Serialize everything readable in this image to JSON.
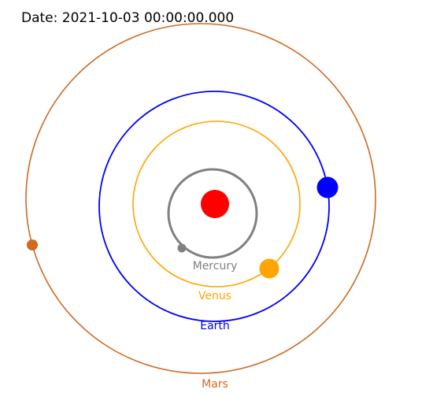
{
  "date_label": "Date: 2021-10-03 00:00:00.000",
  "sun": {
    "color": "#ff0000"
  },
  "planets": [
    {
      "name": "Mercury",
      "orbit_color": "#808080",
      "body_color": "#808080"
    },
    {
      "name": "Venus",
      "orbit_color": "#ffa500",
      "body_color": "#ffa500"
    },
    {
      "name": "Earth",
      "orbit_color": "#0000ff",
      "body_color": "#0000ff"
    },
    {
      "name": "Mars",
      "orbit_color": "#cd6a26",
      "body_color": "#d2691e"
    }
  ]
}
